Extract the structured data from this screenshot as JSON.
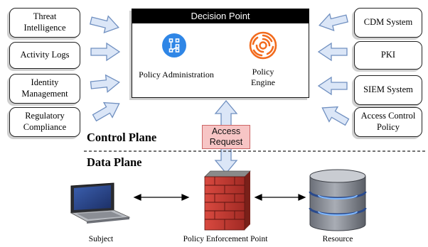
{
  "decision_point": {
    "title": "Decision Point",
    "policy_administration": "Policy Administration",
    "policy_engine_line1": "Policy",
    "policy_engine_line2": "Engine"
  },
  "left_inputs": [
    {
      "line1": "Threat",
      "line2": "Intelligence"
    },
    {
      "line1": "Activity Logs",
      "line2": ""
    },
    {
      "line1": "Identity",
      "line2": "Management"
    },
    {
      "line1": "Regulatory",
      "line2": "Compliance"
    }
  ],
  "right_inputs": [
    {
      "line1": "CDM System",
      "line2": ""
    },
    {
      "line1": "PKI",
      "line2": ""
    },
    {
      "line1": "SIEM System",
      "line2": ""
    },
    {
      "line1": "Access Control",
      "line2": "Policy"
    }
  ],
  "access_request": {
    "line1": "Access",
    "line2": "Request"
  },
  "planes": {
    "control": "Control Plane",
    "data": "Data Plane"
  },
  "data_plane": {
    "subject": "Subject",
    "pep": "Policy Enforcement Point",
    "resource": "Resource"
  },
  "colors": {
    "arrow_fill": "#dbe6f7",
    "arrow_stroke": "#6f8fc0",
    "admin_icon": "#2f86e6",
    "engine_icon": "#f26b1d",
    "access_fill": "#f7c5c5",
    "firewall_brick": "#c83a32"
  }
}
